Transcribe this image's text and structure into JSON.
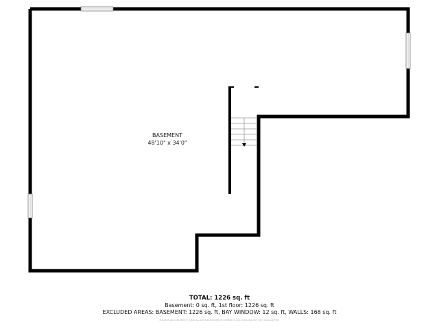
{
  "room": {
    "name": "BASEMENT",
    "dimensions": "48'10\" x 34'0\""
  },
  "summary": {
    "total": "TOTAL: 1226 sq. ft",
    "breakdown": "Basement: 0 sq. ft, 1st floor: 1226 sq. ft",
    "excluded": "EXCLUDED AREAS: BASEMENT: 1226 sq. ft, BAY WINDOW: 12 sq. ft, WALLS: 168 sq. ft",
    "disclaimer": "FLOOR PLAN CREATED BY CUBICASA APP. MEASUREMENTS DEEMED HIGHLY RELIABLE BUT NOT GUARANTEED."
  },
  "colors": {
    "wall": "#000000",
    "window": "#888888",
    "stairs": "#999999"
  }
}
